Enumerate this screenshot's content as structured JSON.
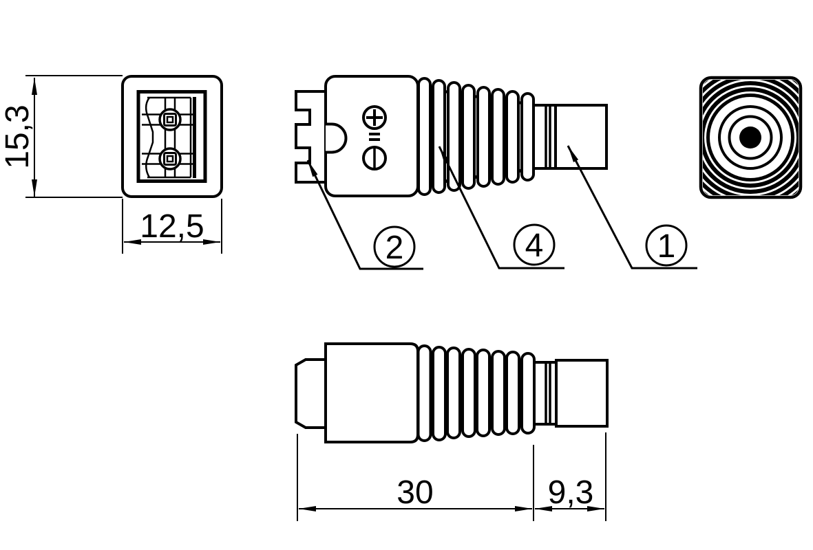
{
  "drawing": {
    "kind": "technical-drawing-connector",
    "colors": {
      "ink": "#000000",
      "paper": "#ffffff"
    },
    "dimensions": {
      "front_height": "15,3",
      "front_width": "12,5",
      "body_length": "30",
      "tip_length": "9,3"
    },
    "callouts": [
      {
        "label": "2",
        "points_to": "terminal-slot"
      },
      {
        "label": "4",
        "points_to": "strain-relief"
      },
      {
        "label": "1",
        "points_to": "plug-barrel"
      }
    ],
    "polarity_marking": {
      "top_icon": "plus-in-circle",
      "middle_icon": "equals-sign",
      "bottom_icon": "circle-with-center-line"
    }
  }
}
